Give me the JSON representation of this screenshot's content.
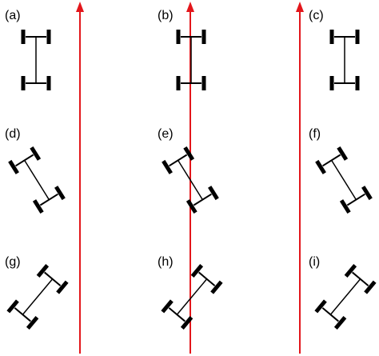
{
  "panels": [
    {
      "label": "(a)",
      "heading_deg": 0
    },
    {
      "label": "(b)",
      "heading_deg": 0
    },
    {
      "label": "(c)",
      "heading_deg": 0
    },
    {
      "label": "(d)",
      "heading_deg": -32
    },
    {
      "label": "(e)",
      "heading_deg": -32
    },
    {
      "label": "(f)",
      "heading_deg": -32
    },
    {
      "label": "(g)",
      "heading_deg": 40
    },
    {
      "label": "(h)",
      "heading_deg": 40
    },
    {
      "label": "(i)",
      "heading_deg": 40
    }
  ],
  "colors": {
    "guide_line": "#e3161b",
    "vehicle": "#000000",
    "background": "#ffffff"
  }
}
